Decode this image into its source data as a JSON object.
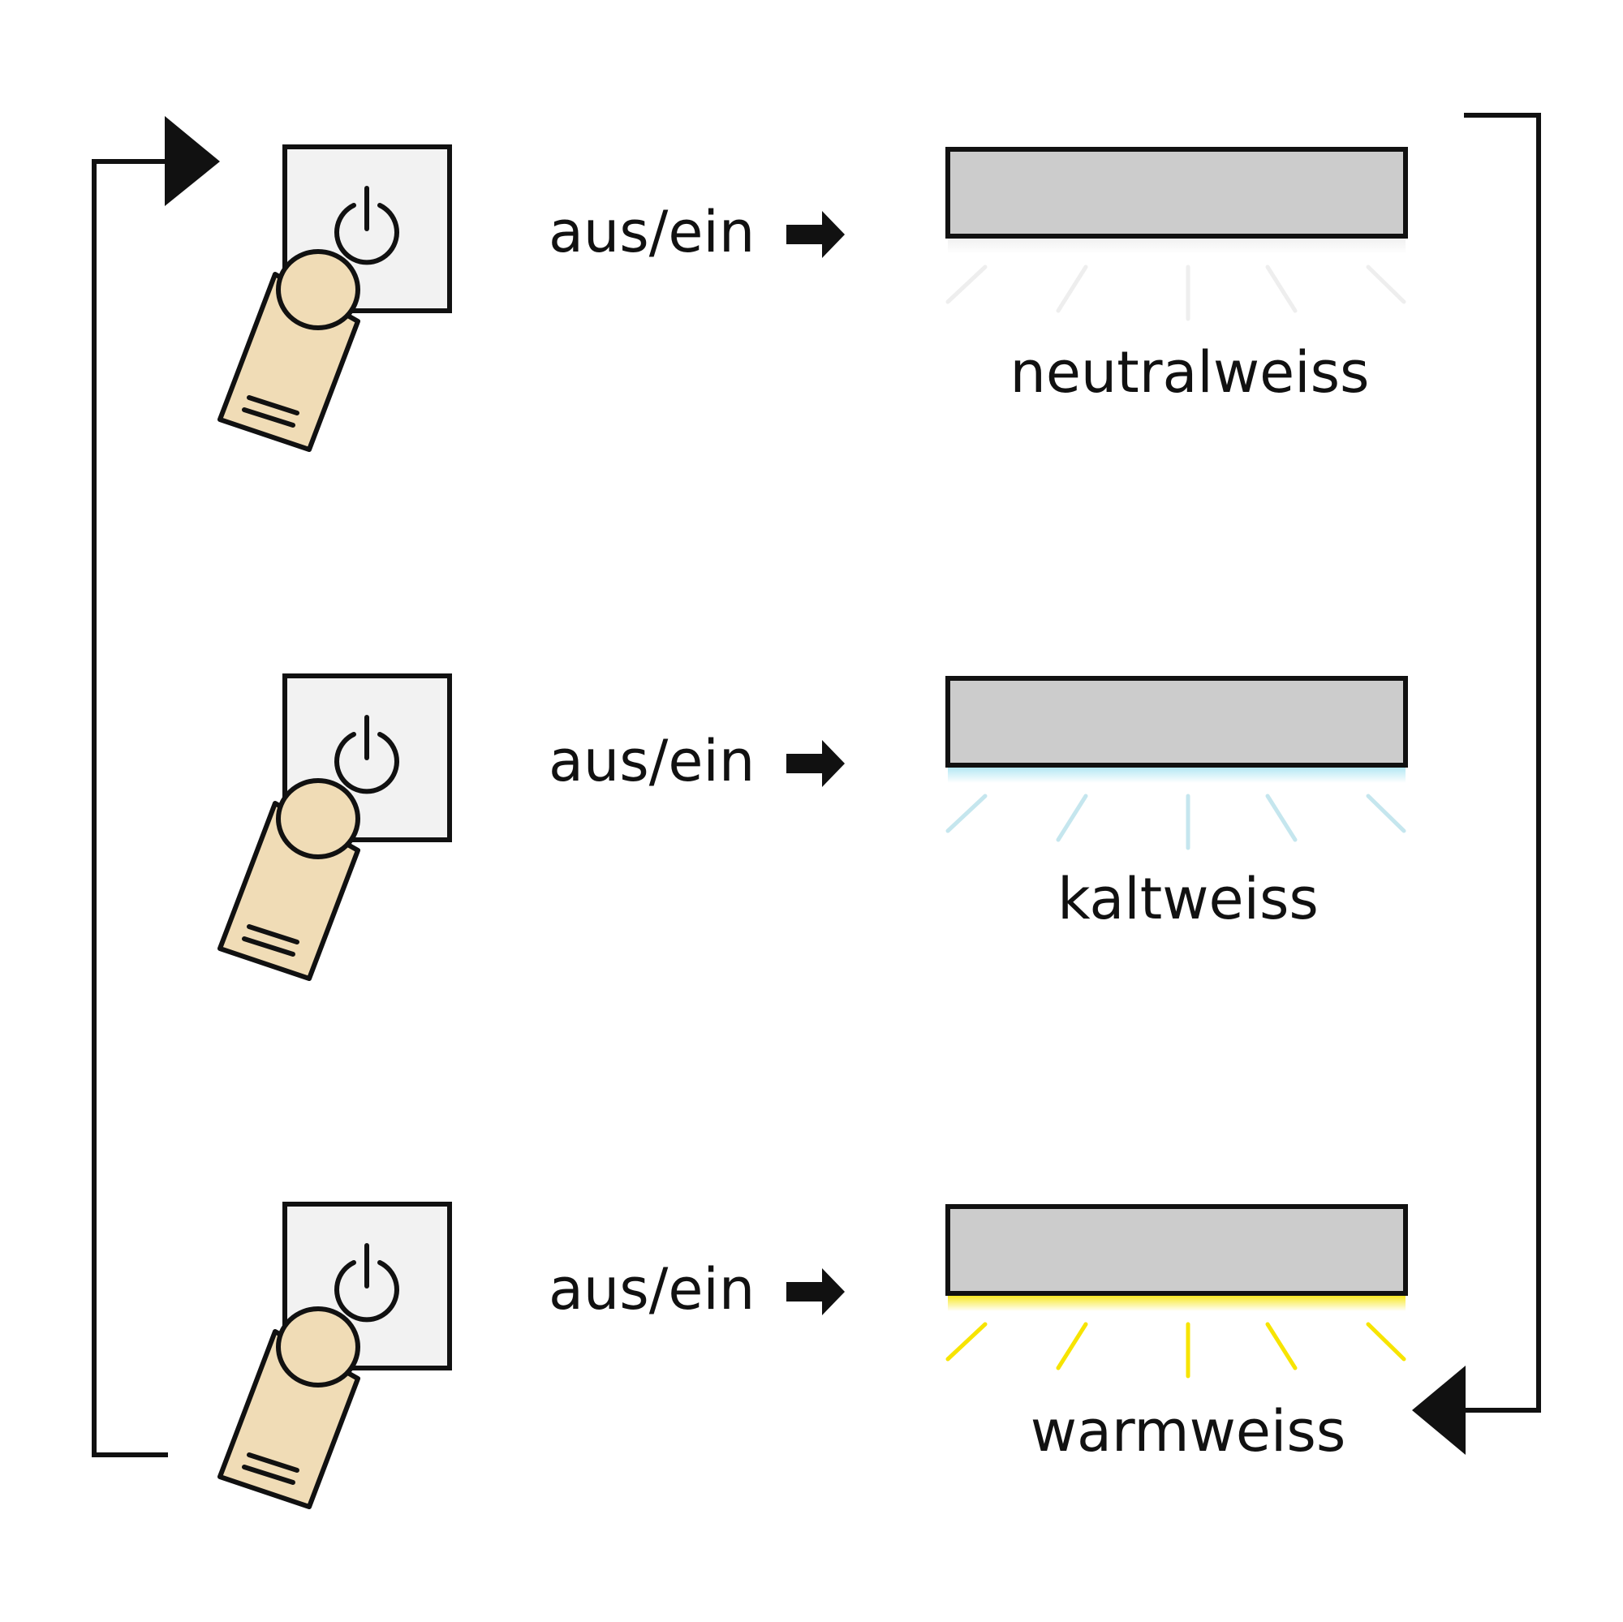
{
  "colors": {
    "stroke": "#111111",
    "switch_fill": "#f2f2f2",
    "finger_fill": "#f0dcb6",
    "lamp_fill": "#cccccc",
    "neutral_glow": "#eeeeee",
    "cold_glow": "#a8e4f2",
    "warm_glow": "#f7e400"
  },
  "steps": [
    {
      "action": "aus/ein",
      "mode": "neutralweiss",
      "switch_icon": "power-icon",
      "glow_color": "#eeeeee",
      "ray_color": "#eeeeee"
    },
    {
      "action": "aus/ein",
      "mode": "kaltweiss",
      "switch_icon": "power-icon",
      "glow_color": "#a8e4f2",
      "ray_color": "#c5e6ee"
    },
    {
      "action": "aus/ein",
      "mode": "warmweiss",
      "switch_icon": "power-icon",
      "glow_color": "#f7e400",
      "ray_color": "#f7e400"
    }
  ]
}
